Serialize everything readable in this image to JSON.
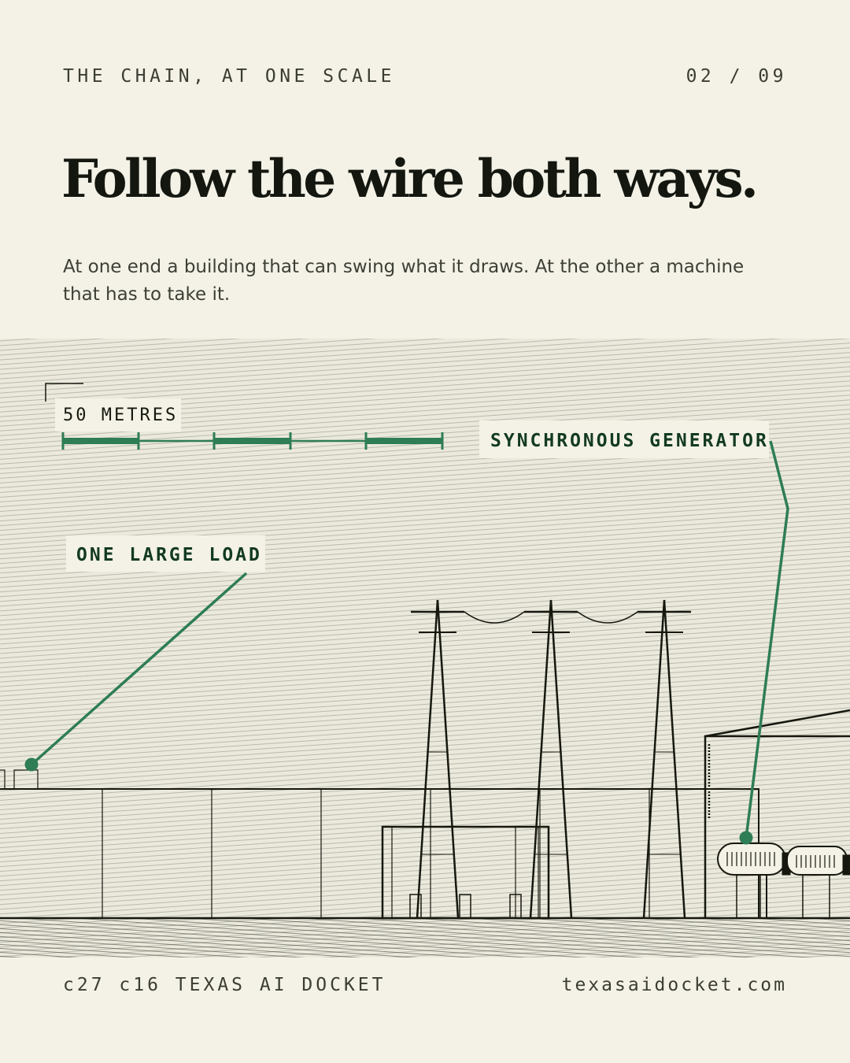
{
  "header": {
    "kicker": "THE CHAIN, AT ONE SCALE",
    "pager": "02 / 09",
    "title": "Follow the wire both ways.",
    "subtitle": "At one end a building that can swing what it draws. At the other a machine that has to take it."
  },
  "diagram": {
    "scale_label": "50 METRES",
    "label_load": "ONE LARGE LOAD",
    "label_generator": "SYNCHRONOUS GENERATOR"
  },
  "footer": {
    "left": "c27 c16 TEXAS AI DOCKET",
    "right": "texasaidocket.com"
  },
  "colors": {
    "background": "#f4f2e6",
    "ink": "#16180f",
    "accent": "#2e7d54"
  }
}
